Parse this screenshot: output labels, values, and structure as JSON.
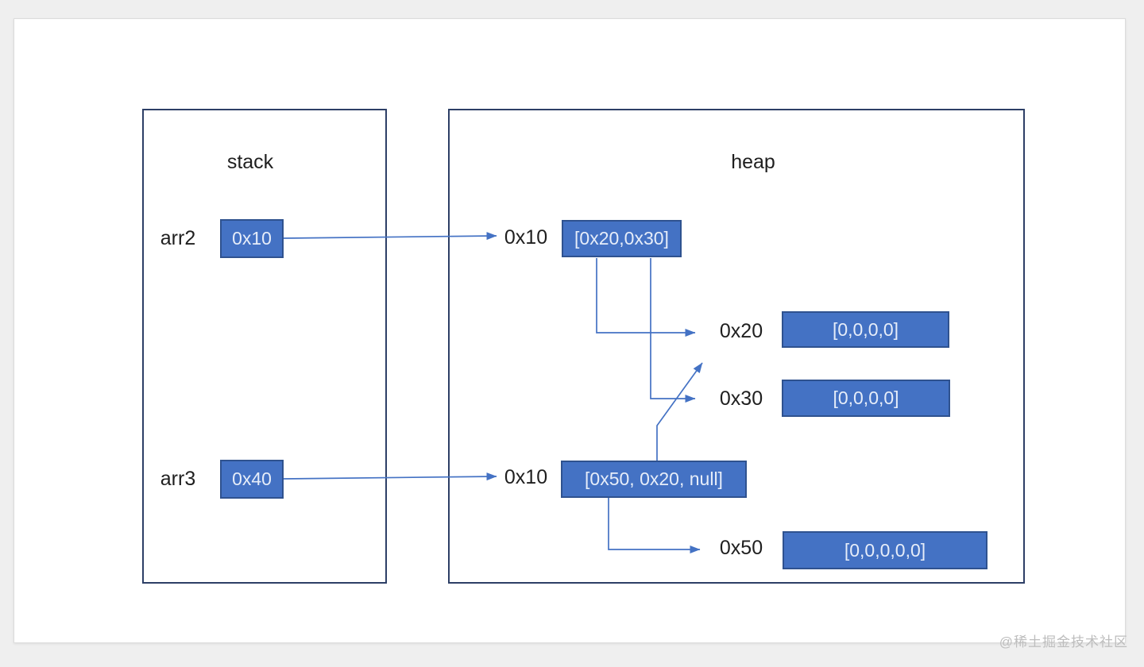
{
  "diagram": {
    "type": "memory-layout",
    "stack": {
      "title": "stack",
      "items": [
        {
          "label": "arr2",
          "value": "0x10"
        },
        {
          "label": "arr3",
          "value": "0x40"
        }
      ]
    },
    "heap": {
      "title": "heap",
      "entries": [
        {
          "address": "0x10",
          "value": "[0x20,0x30]"
        },
        {
          "address": "0x20",
          "value": "[0,0,0,0]"
        },
        {
          "address": "0x30",
          "value": "[0,0,0,0]"
        },
        {
          "address": "0x10",
          "value": "[0x50, 0x20, null]"
        },
        {
          "address": "0x50",
          "value": "[0,0,0,0,0]"
        }
      ]
    },
    "arrows": [
      {
        "from": "stack arr2 (0x10)",
        "to": "heap 0x10 [0x20,0x30]"
      },
      {
        "from": "heap 0x10 element 0 (0x20)",
        "to": "heap 0x20 row"
      },
      {
        "from": "heap 0x10 element 1 (0x30)",
        "to": "heap 0x30 row"
      },
      {
        "from": "stack arr3 (0x40)",
        "to": "heap 0x10 [0x50, 0x20, null]"
      },
      {
        "from": "heap [0x50, 0x20, null] element 0 (0x50)",
        "to": "heap 0x50 row"
      },
      {
        "from": "heap [0x50, 0x20, null] element 1 (0x20)",
        "to": "heap 0x20 row"
      }
    ]
  },
  "watermark": "@稀土掘金技术社区",
  "colors": {
    "box_fill": "#4472C4",
    "box_border": "#2F528F",
    "panel_border": "#2D3F66",
    "arrow": "#4472C4",
    "box_text": "#E6EDF9",
    "label_text": "#1F1F1F",
    "canvas_bg": "#FFFFFF",
    "page_bg": "#EFEFEF",
    "watermark_text": "#BDBDBD"
  }
}
